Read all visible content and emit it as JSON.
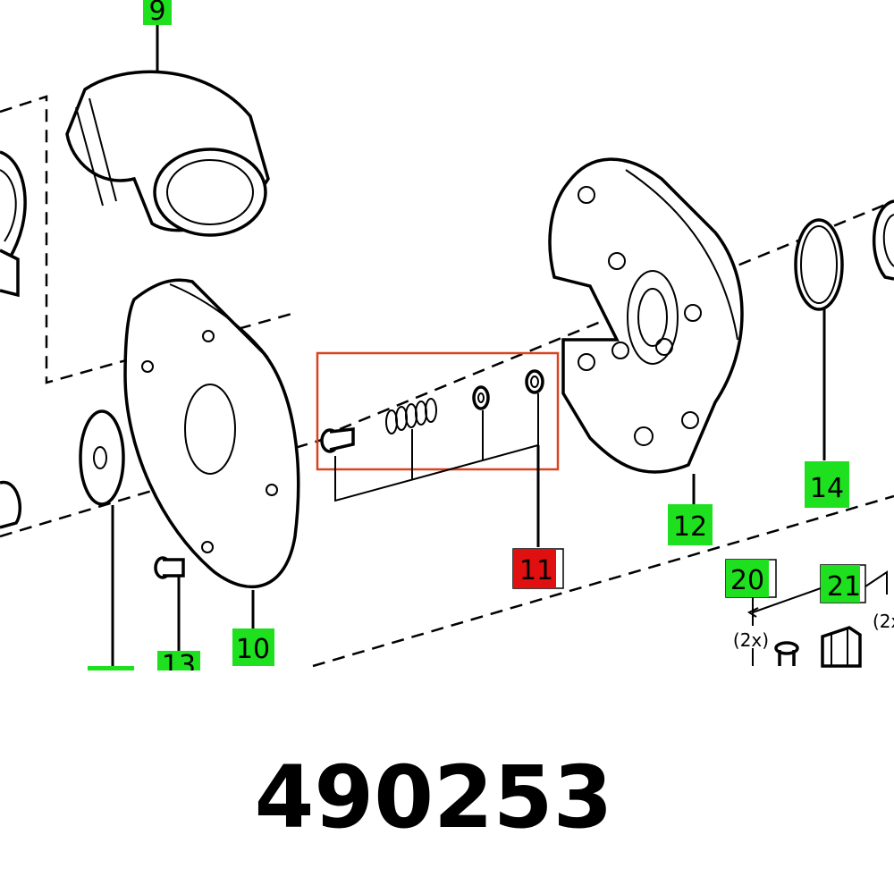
{
  "labels": {
    "l9": "9",
    "l10": "10",
    "l11": "11",
    "l12": "12",
    "l13": "13",
    "l14": "14",
    "l20": "20",
    "l21": "21"
  },
  "notes": {
    "n20": "(2x)",
    "n21": "(2x"
  },
  "part_number": "490253",
  "colors": {
    "label_green": "#1ee01e",
    "label_red": "#e01010",
    "highlight_box": "#d9441f"
  }
}
